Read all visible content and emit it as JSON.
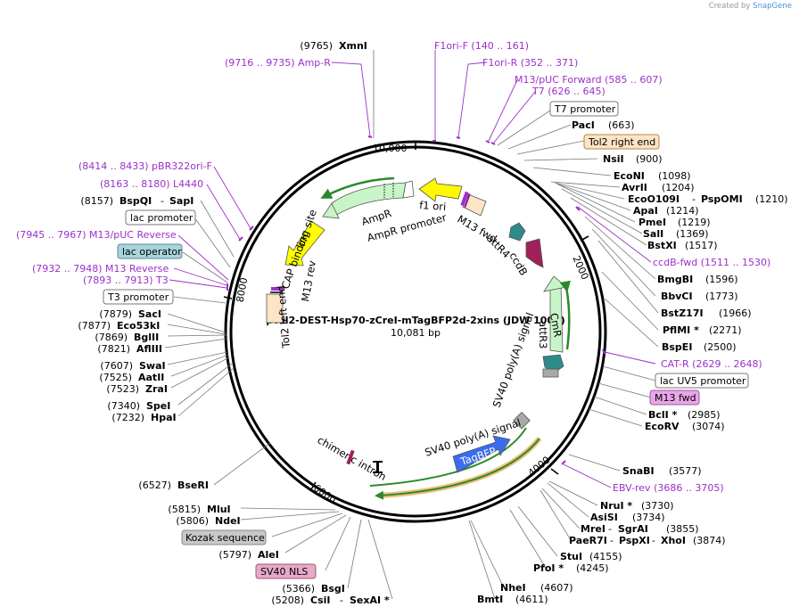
{
  "credit": {
    "prefix": "Created by",
    "brand": "SnapGene"
  },
  "map": {
    "name": "pTol2-DEST-Hsp70-zCreI-mTagBFP2d-2xins (JDW 1002)",
    "length": "10,081 bp",
    "ticks": [
      "10,000",
      "2000",
      "4000",
      "6000",
      "8000"
    ]
  },
  "left_sites": [
    {
      "pos": "(9765)",
      "name": "XmnI"
    },
    {
      "pos": "(8157)",
      "name": "BspQI",
      "extra": "SapI"
    },
    {
      "pos": "(7879)",
      "name": "SacI"
    },
    {
      "pos": "(7877)",
      "name": "Eco53kI"
    },
    {
      "pos": "(7869)",
      "name": "BglII"
    },
    {
      "pos": "(7821)",
      "name": "AflIII"
    },
    {
      "pos": "(7607)",
      "name": "SwaI"
    },
    {
      "pos": "(7525)",
      "name": "AatII"
    },
    {
      "pos": "(7523)",
      "name": "ZraI"
    },
    {
      "pos": "(7340)",
      "name": "SpeI"
    },
    {
      "pos": "(7232)",
      "name": "HpaI"
    },
    {
      "pos": "(6527)",
      "name": "BseRI"
    },
    {
      "pos": "(5815)",
      "name": "MluI"
    },
    {
      "pos": "(5806)",
      "name": "NdeI"
    },
    {
      "pos": "(5797)",
      "name": "AleI"
    },
    {
      "pos": "(5366)",
      "name": "BsgI"
    },
    {
      "pos": "(5208)",
      "name": "CsiI",
      "extra": "SexAI *"
    }
  ],
  "right_sites": [
    {
      "name": "PacI",
      "pos": "(663)"
    },
    {
      "name": "NsiI",
      "pos": "(900)"
    },
    {
      "name": "EcoNI",
      "pos": "(1098)"
    },
    {
      "name": "AvrII",
      "pos": "(1204)"
    },
    {
      "name": "EcoO109I",
      "extra": "PspOMI",
      "pos": "(1210)"
    },
    {
      "name": "ApaI",
      "pos": "(1214)"
    },
    {
      "name": "PmeI",
      "pos": "(1219)"
    },
    {
      "name": "SalI",
      "pos": "(1369)"
    },
    {
      "name": "BstXI",
      "pos": "(1517)"
    },
    {
      "name": "BmgBI",
      "pos": "(1596)"
    },
    {
      "name": "BbvCI",
      "pos": "(1773)"
    },
    {
      "name": "BstZ17I",
      "pos": "(1966)"
    },
    {
      "name": "PflMI *",
      "pos": "(2271)"
    },
    {
      "name": "BspEI",
      "pos": "(2500)"
    },
    {
      "name": "BclI *",
      "pos": "(2985)"
    },
    {
      "name": "EcoRV",
      "pos": "(3074)"
    },
    {
      "name": "SnaBI",
      "pos": "(3577)"
    },
    {
      "name": "NruI *",
      "pos": "(3730)"
    },
    {
      "name": "AsiSI",
      "pos": "(3734)"
    },
    {
      "name": "MreI",
      "extra": "SgrAI",
      "pos": "(3855)"
    },
    {
      "name": "PaeR7I",
      "extra": "PspXI",
      "extra2": "XhoI",
      "pos": "(3874)"
    },
    {
      "name": "StuI",
      "pos": "(4155)"
    },
    {
      "name": "PfoI *",
      "pos": "(4245)"
    },
    {
      "name": "NheI",
      "pos": "(4607)"
    },
    {
      "name": "BmtI",
      "pos": "(4611)"
    }
  ],
  "primers": [
    {
      "text": "(9716 .. 9735)  Amp-R"
    },
    {
      "text": "F1ori-F    (140 .. 161)"
    },
    {
      "text": "F1ori-R    (352 .. 371)"
    },
    {
      "text": "M13/pUC Forward    (585 .. 607)"
    },
    {
      "text": "T7    (626 .. 645)"
    },
    {
      "text": "(8414 .. 8433)  pBR322ori-F"
    },
    {
      "text": "(8163 .. 8180)  L4440"
    },
    {
      "text": "(7945 .. 7967)  M13/pUC Reverse"
    },
    {
      "text": "(7932 .. 7948)  M13 Reverse"
    },
    {
      "text": "(7893 .. 7913)  T3"
    },
    {
      "text": "ccdB-fwd    (1511 .. 1530)"
    },
    {
      "text": "CAT-R    (2629 .. 2648)"
    },
    {
      "text": "EBV-rev    (3686 .. 3705)"
    }
  ],
  "boxed": [
    {
      "text": "T7 promoter",
      "fill": "#ffffff",
      "stroke": "#777777"
    },
    {
      "text": "Tol2 right end",
      "fill": "#fde4c4",
      "stroke": "#b08850"
    },
    {
      "text": "lac promoter",
      "fill": "#ffffff",
      "stroke": "#777777"
    },
    {
      "text": "lac operator",
      "fill": "#a8d4dc",
      "stroke": "#5a8a92"
    },
    {
      "text": "T3 promoter",
      "fill": "#ffffff",
      "stroke": "#777777"
    },
    {
      "text": "lac UV5 promoter",
      "fill": "#ffffff",
      "stroke": "#777777"
    },
    {
      "text": "M13 fwd",
      "fill": "#e8a6e8",
      "stroke": "#9a5a9a"
    },
    {
      "text": "Kozak sequence",
      "fill": "#c8c8c8",
      "stroke": "#888888"
    },
    {
      "text": "SV40 NLS",
      "fill": "#e8a8c8",
      "stroke": "#9a5a7a"
    }
  ],
  "features": {
    "f1ori": "f1 ori",
    "ampr": "AmpR",
    "ampr_prom": "AmpR promoter",
    "m13fwd": "M13 fwd",
    "attr4": "attR4",
    "ccdb": "ccdB",
    "ori": "ori",
    "cap": "CAP binding site",
    "m13rev": "M13 rev",
    "tol2left": "Tol2 left end",
    "cmr": "CmR",
    "attr3": "attR3",
    "sv40a1": "SV40 poly(A) signal",
    "sv40a2": "SV40 poly(A) signal",
    "tagbfp": "TagBFP",
    "chimeric": "chimeric intron"
  },
  "colors": {
    "primer": "#9b30c8",
    "ampr": "#c8f5c8",
    "ori": "#ffff00",
    "f1ori": "#fff800",
    "ccdb": "#a0205a",
    "attr": "#2f8a8a",
    "tagbfp": "#3a6cf0",
    "tol2": "#fde4c4",
    "green": "#2a8a2a",
    "orange": "#e8a040"
  }
}
